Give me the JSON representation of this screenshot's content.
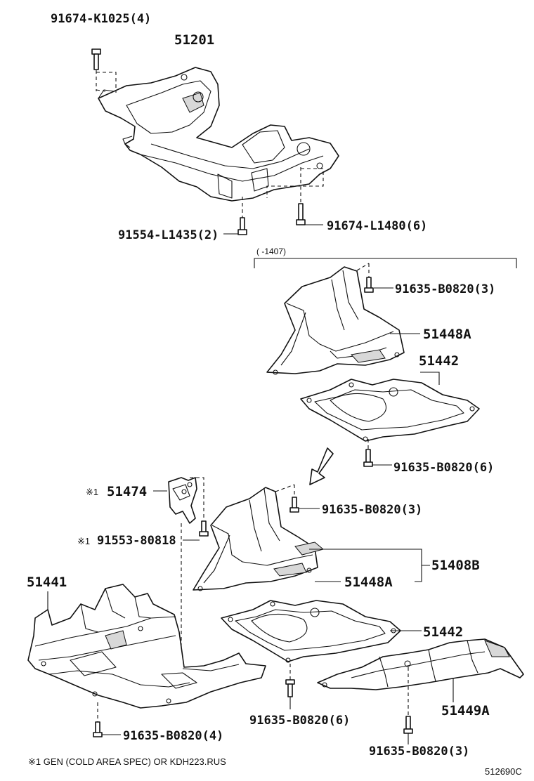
{
  "labels": {
    "bolt_top": "91674-K1025(4)",
    "crossmember": "51201",
    "bolt_left_mid": "91554-L1435(2)",
    "bolt_right_mid": "91674-L1480(6)",
    "range_note": "(  -1407)",
    "screw_a": "91635-B0820(3)",
    "cover_a_upper": "51448A",
    "cover_upper": "51442",
    "screw_b": "91635-B0820(6)",
    "bracket": "51474",
    "bracket_mark": "※1",
    "screw_c": "91635-B0820(3)",
    "bolt_bracket": "91553-80818",
    "bolt_bracket_mark": "※1",
    "assembly": "51408B",
    "undercover": "51441",
    "cover_a_lower": "51448A",
    "cover_lower": "51442",
    "screw_d": "91635-B0820(6)",
    "side_cover": "51449A",
    "screw_e": "91635-B0820(4)",
    "screw_f": "91635-B0820(3)"
  },
  "footnote": "※1  GEN (COLD AREA SPEC) OR KDH223.RUS",
  "diagram_id": "512690C"
}
